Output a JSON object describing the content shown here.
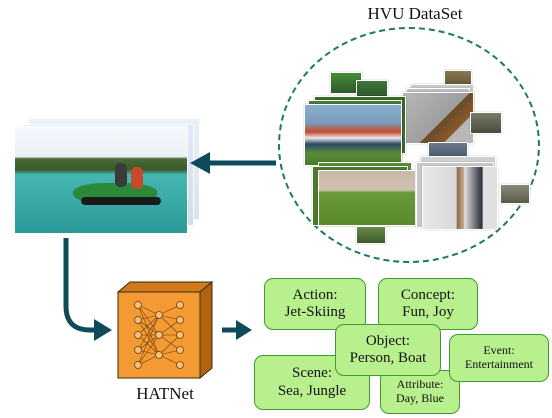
{
  "dataset": {
    "title": "HVU DataSet"
  },
  "model": {
    "name": "HATNet"
  },
  "tags": {
    "action": {
      "title": "Action:",
      "value": "Jet-Skiing"
    },
    "concept": {
      "title": "Concept:",
      "value": "Fun, Joy"
    },
    "object": {
      "title": "Object:",
      "value": "Person, Boat"
    },
    "event": {
      "title": "Event:",
      "value": "Entertainment"
    },
    "scene": {
      "title": "Scene:",
      "value": "Sea, Jungle"
    },
    "attribute": {
      "title": "Attribute:",
      "value": "Day, Blue"
    }
  },
  "colors": {
    "arrow": "#0f4a5a",
    "circle": "#1f7a5a",
    "tag_fill": "#b8f08e",
    "tag_border": "#3f9a2f",
    "cube_front": "#f39a32",
    "cube_top": "#d07a1c",
    "cube_side": "#b0640e"
  }
}
